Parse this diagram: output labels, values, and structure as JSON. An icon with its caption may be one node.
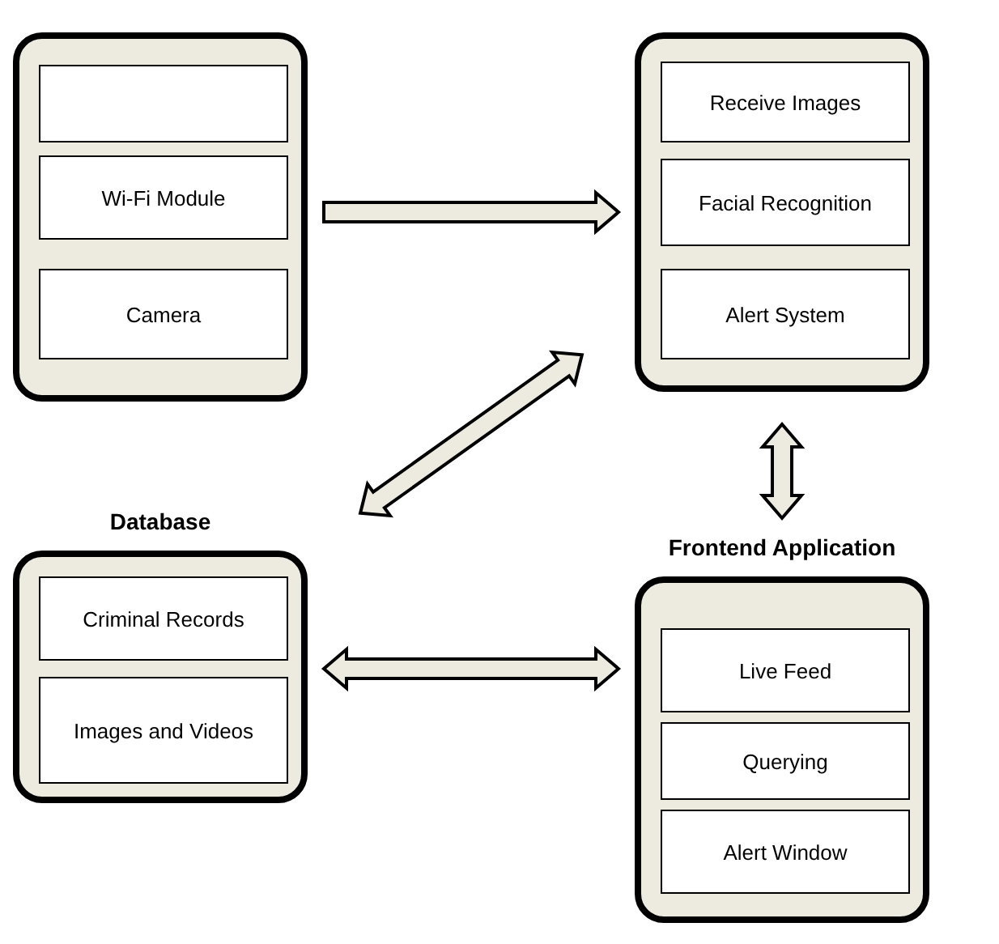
{
  "diagram": {
    "nodes": [
      {
        "text": [],
        "shape": "box"
      },
      {
        "text": [],
        "shape": "box",
        "in": 0
      },
      {
        "text": [
          "Wi-Fi Module"
        ],
        "in": 0
      },
      {
        "text": [
          "Camera"
        ],
        "in": 0
      },
      {
        "text": [],
        "shape": "box"
      },
      {
        "text": [
          "Receive Images"
        ],
        "in": 4
      },
      {
        "text": [
          "Facial Recognition"
        ],
        "in": 4
      },
      {
        "text": [
          "Alert System"
        ],
        "in": 4
      },
      {
        "text": [
          "Database"
        ]
      },
      {
        "text": [
          "Criminal Records"
        ],
        "in": 8
      },
      {
        "text": [
          "Images and Videos"
        ],
        "in": 8
      },
      {
        "text": [
          "Frontend Application"
        ]
      },
      {
        "text": [
          "Live Feed"
        ],
        "in": 11
      },
      {
        "text": [
          "Querying"
        ],
        "in": 11
      },
      {
        "text": [
          "Alert Window"
        ],
        "in": 11
      }
    ],
    "edges": [
      {
        "from": 0,
        "to": 4,
        "arrow": "to"
      },
      {
        "from": 8,
        "to": 4,
        "arrow": "both"
      },
      {
        "from": 4,
        "to": 11,
        "arrow": "both"
      },
      {
        "from": 8,
        "to": 11,
        "arrow": "both"
      }
    ]
  }
}
